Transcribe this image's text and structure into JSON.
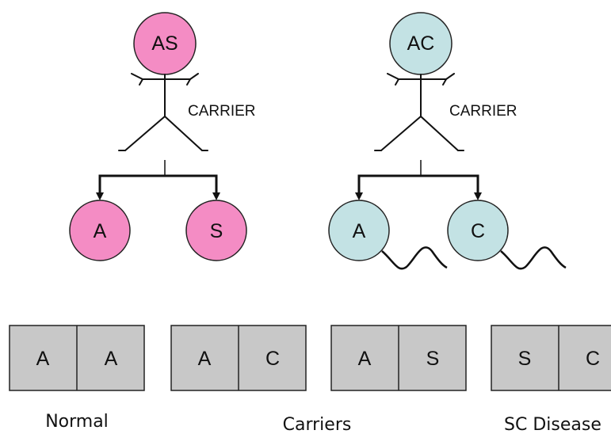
{
  "colors": {
    "pink": "#f48cc4",
    "teal": "#c3e2e4",
    "box": "#c8c8c8",
    "stroke": "#222222"
  },
  "parents": [
    {
      "genotype": "AS",
      "label": "CARRIER",
      "color": "pink"
    },
    {
      "genotype": "AC",
      "label": "CARRIER",
      "color": "teal"
    }
  ],
  "gametes": [
    {
      "allele": "A",
      "color": "pink",
      "tail": false
    },
    {
      "allele": "S",
      "color": "pink",
      "tail": false
    },
    {
      "allele": "A",
      "color": "teal",
      "tail": true
    },
    {
      "allele": "C",
      "color": "teal",
      "tail": true
    }
  ],
  "offspring": [
    {
      "left": "A",
      "right": "A"
    },
    {
      "left": "A",
      "right": "C"
    },
    {
      "left": "A",
      "right": "S"
    },
    {
      "left": "S",
      "right": "C"
    }
  ],
  "captions": {
    "normal": "Normal",
    "carriers": "Carriers",
    "sc_disease": "SC Disease"
  }
}
